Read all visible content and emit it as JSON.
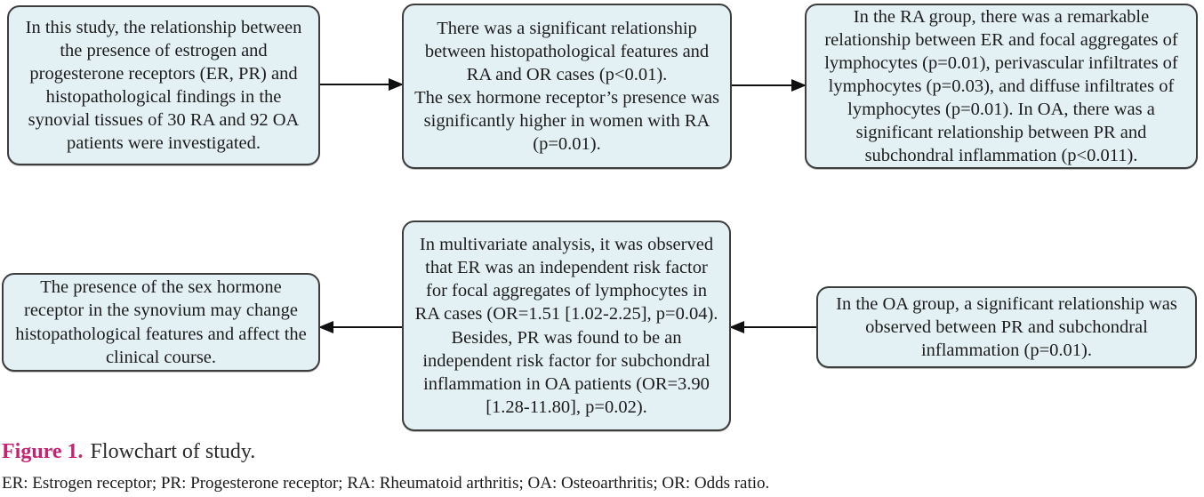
{
  "figure": {
    "caption_label": "Figure 1.",
    "caption_text": "Flowchart of study.",
    "footnote": "ER: Estrogen receptor; PR: Progesterone receptor; RA: Rheumatoid arthritis; OA: Osteoarthritis; OR: Odds ratio."
  },
  "boxes": [
    {
      "id": "study-overview",
      "text": "In this study, the relationship between the presence of estrogen and progesterone receptors (ER, PR) and histopathological findings in the synovial tissues of 30 RA and 92 OA patients were investigated."
    },
    {
      "id": "histopathology-relationship",
      "text": "There was a significant relationship between histopathological features and RA and OR cases (p<0.01).\nThe sex hormone receptor’s presence was significantly higher in women with RA (p=0.01)."
    },
    {
      "id": "ra-group-findings",
      "text": "In the RA group, there was a remarkable relationship between ER and focal aggregates of lymphocytes (p=0.01), perivascular infiltrates of lymphocytes (p=0.03), and diffuse infiltrates of lymphocytes (p=0.01). In OA, there was a significant relationship between PR and subchondral inflammation (p<0.011)."
    },
    {
      "id": "oa-group-findings",
      "text": "In the OA group, a significant relationship was observed between PR and subchondral inflammation (p=0.01)."
    },
    {
      "id": "multivariate-analysis",
      "text": "In multivariate analysis, it was observed that ER was an independent risk factor for focal aggregates of lymphocytes in RA cases (OR=1.51 [1.02-2.25], p=0.04). Besides, PR was found to be an independent risk factor for subchondral inflammation in OA patients (OR=3.90 [1.28-11.80], p=0.02)."
    },
    {
      "id": "conclusion",
      "text": "The presence of the sex hormone receptor in the synovium may change histopathological features and affect the clinical course."
    }
  ],
  "arrows": [
    {
      "id": "arrow-1",
      "direction": "right",
      "from": "study-overview",
      "to": "histopathology-relationship"
    },
    {
      "id": "arrow-2",
      "direction": "right",
      "from": "histopathology-relationship",
      "to": "ra-group-findings"
    },
    {
      "id": "arrow-3",
      "direction": "left",
      "from": "oa-group-findings",
      "to": "multivariate-analysis"
    },
    {
      "id": "arrow-4",
      "direction": "left",
      "from": "multivariate-analysis",
      "to": "conclusion"
    }
  ],
  "colors": {
    "box_fill": "#e4f1f4",
    "box_border": "#3d3d3d",
    "arrow": "#101010",
    "caption_accent": "#c32572",
    "text": "#1c1c1c"
  }
}
